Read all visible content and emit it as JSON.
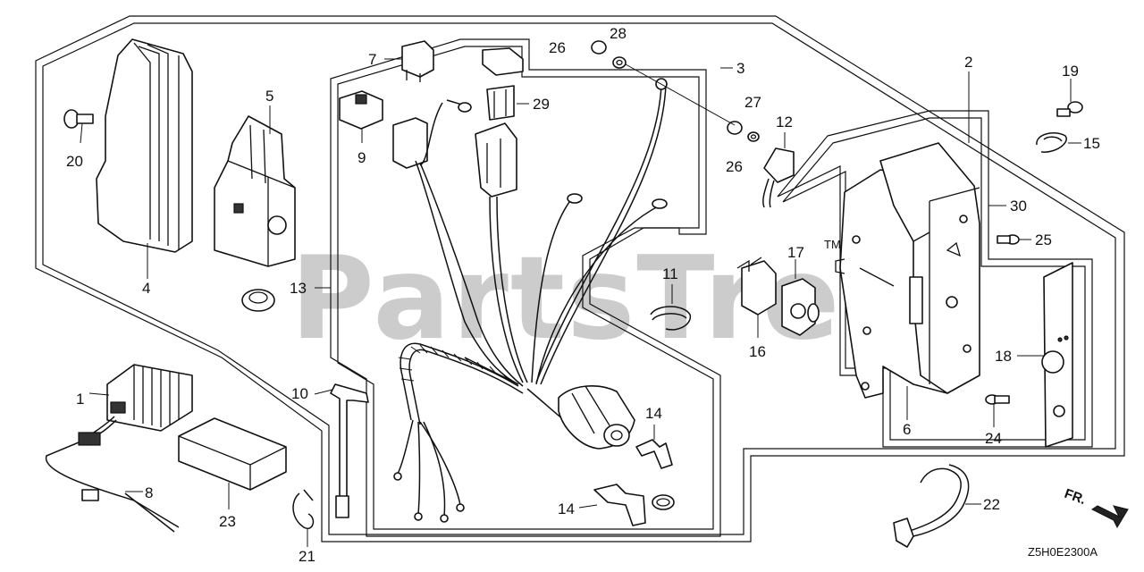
{
  "diagram": {
    "watermark": "PartsTree",
    "trademark": "TM",
    "code": "Z5H0E2300A",
    "direction": "FR."
  },
  "callouts": [
    {
      "id": "c1",
      "text": "1"
    },
    {
      "id": "c2",
      "text": "2"
    },
    {
      "id": "c3",
      "text": "3"
    },
    {
      "id": "c4",
      "text": "4"
    },
    {
      "id": "c5",
      "text": "5"
    },
    {
      "id": "c6",
      "text": "6"
    },
    {
      "id": "c7",
      "text": "7"
    },
    {
      "id": "c8",
      "text": "8"
    },
    {
      "id": "c9",
      "text": "9"
    },
    {
      "id": "c10",
      "text": "10"
    },
    {
      "id": "c11",
      "text": "11"
    },
    {
      "id": "c12",
      "text": "12"
    },
    {
      "id": "c13",
      "text": "13"
    },
    {
      "id": "c14a",
      "text": "14"
    },
    {
      "id": "c14b",
      "text": "14"
    },
    {
      "id": "c15",
      "text": "15"
    },
    {
      "id": "c16",
      "text": "16"
    },
    {
      "id": "c17",
      "text": "17"
    },
    {
      "id": "c18",
      "text": "18"
    },
    {
      "id": "c19",
      "text": "19"
    },
    {
      "id": "c20",
      "text": "20"
    },
    {
      "id": "c21",
      "text": "21"
    },
    {
      "id": "c22",
      "text": "22"
    },
    {
      "id": "c23",
      "text": "23"
    },
    {
      "id": "c24",
      "text": "24"
    },
    {
      "id": "c25",
      "text": "25"
    },
    {
      "id": "c26a",
      "text": "26"
    },
    {
      "id": "c26b",
      "text": "26"
    },
    {
      "id": "c27",
      "text": "27"
    },
    {
      "id": "c28",
      "text": "28"
    },
    {
      "id": "c29",
      "text": "29"
    },
    {
      "id": "c30",
      "text": "30"
    }
  ]
}
